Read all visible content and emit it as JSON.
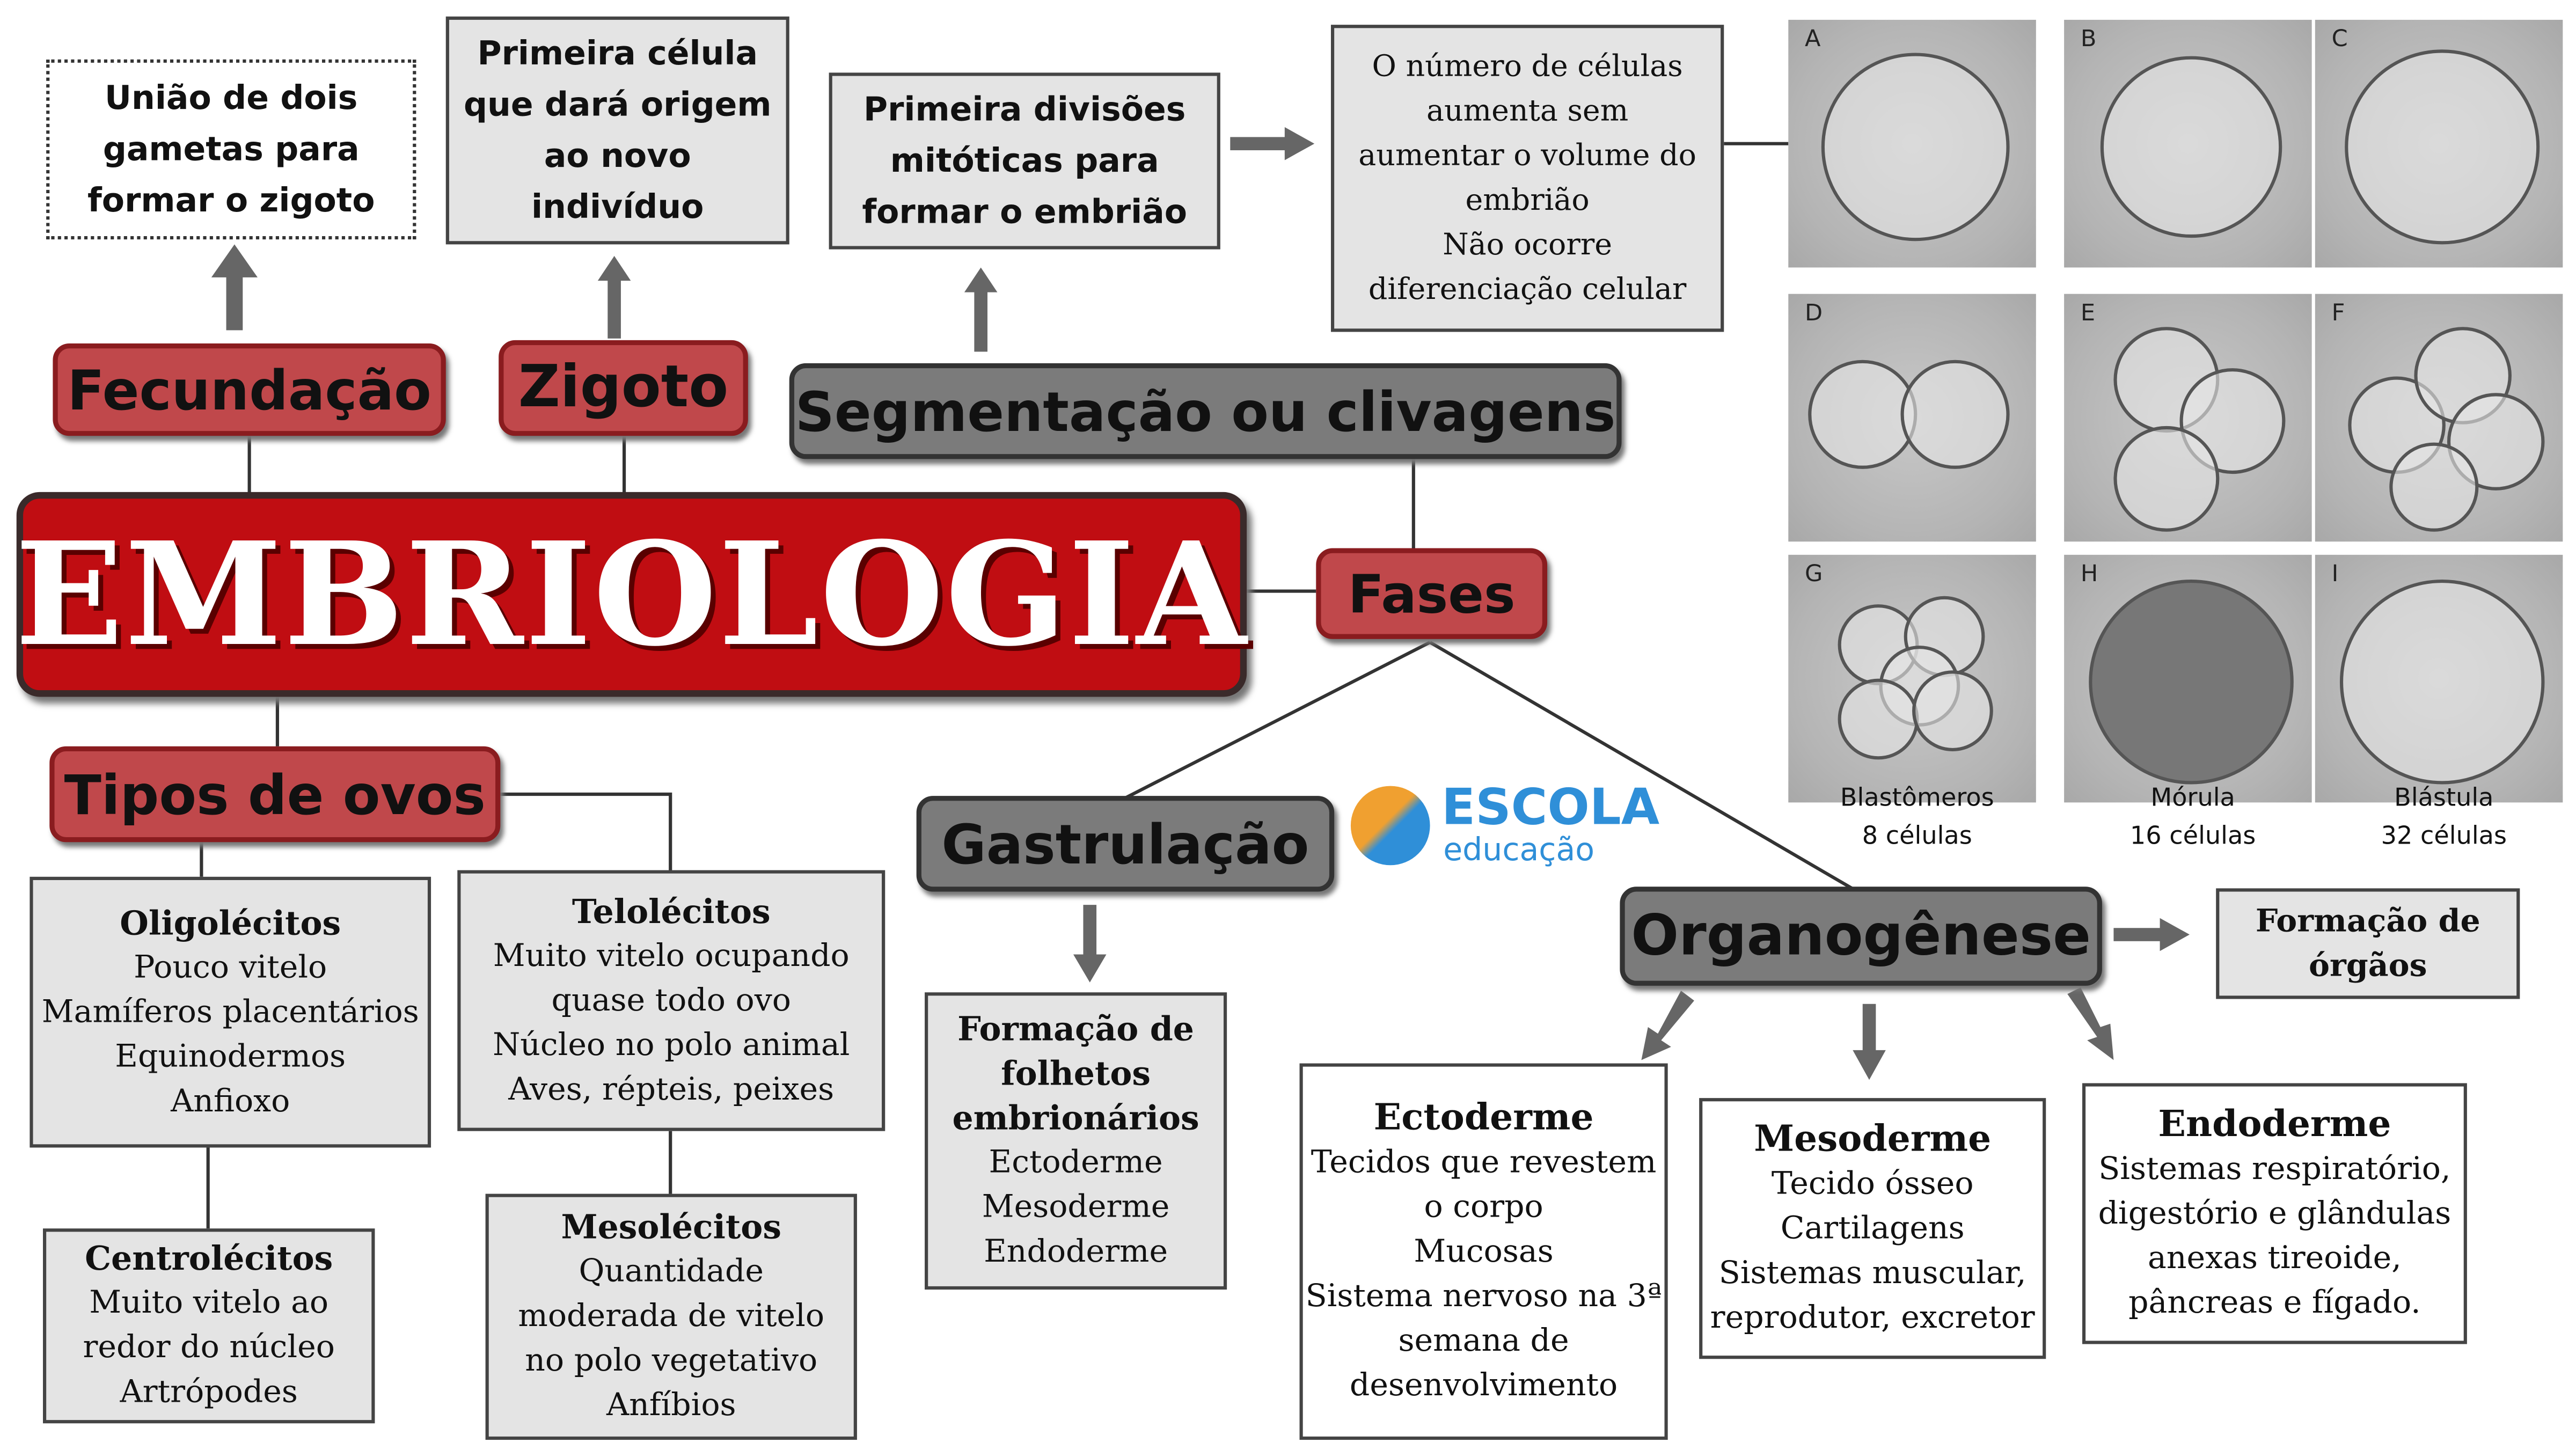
{
  "colors": {
    "red": "#c0484b",
    "gray": "#7b7b7b",
    "box": "#e4e4e4",
    "logo_orange": "#f0a030",
    "logo_blue": "#2f8fd8"
  },
  "title": "EMBRIOLOGIA",
  "nodes": {
    "fecundacao": {
      "label": "Fecundação",
      "desc": "União de dois gametas para formar o zigoto"
    },
    "zigoto": {
      "label": "Zigoto",
      "desc": "Primeira célula que dará origem ao novo indivíduo"
    },
    "segmentacao": {
      "label": "Segmentação ou clivagens",
      "desc": "Primeira divisões mitóticas para formar o embrião",
      "detail": [
        "O número de células",
        "aumenta sem",
        "aumentar o volume do",
        "embrião",
        "Não ocorre",
        "diferenciação celular"
      ]
    },
    "fases": {
      "label": "Fases"
    },
    "tipos": {
      "label": "Tipos de ovos"
    },
    "gastrulacao": {
      "label": "Gastrulação",
      "box": {
        "title": "Formação de folhetos embrionários",
        "lines": [
          "Ectoderme",
          "Mesoderme",
          "Endoderme"
        ]
      }
    },
    "organogenese": {
      "label": "Organogênese",
      "result": "Formação de órgãos"
    }
  },
  "ovos": [
    {
      "title": "Oligolécitos",
      "lines": [
        "Pouco vitelo",
        "Mamíferos placentários",
        "Equinodermos",
        "Anfioxo"
      ]
    },
    {
      "title": "Telolécitos",
      "lines": [
        "Muito vitelo ocupando",
        "quase todo ovo",
        "Núcleo no polo animal",
        "Aves, répteis, peixes"
      ]
    },
    {
      "title": "Centrolécitos",
      "lines": [
        "Muito vitelo ao",
        "redor do núcleo",
        "Artrópodes"
      ]
    },
    {
      "title": "Mesolécitos",
      "lines": [
        "Quantidade",
        "moderada de vitelo",
        "no polo vegetativo",
        "Anfíbios"
      ]
    }
  ],
  "folhetos": [
    {
      "title": "Ectoderme",
      "lines": [
        "Tecidos que revestem",
        "o corpo",
        "Mucosas",
        "Sistema nervoso na 3ª",
        "semana de",
        "desenvolvimento"
      ]
    },
    {
      "title": "Mesoderme",
      "lines": [
        "Tecido ósseo",
        "Cartilagens",
        "Sistemas muscular,",
        "reprodutor, excretor"
      ]
    },
    {
      "title": "Endoderme",
      "lines": [
        "Sistemas respiratório,",
        "digestório e glândulas",
        "anexas tireoide,",
        "pâncreas e fígado."
      ]
    }
  ],
  "images": {
    "letters": [
      "A",
      "B",
      "C",
      "D",
      "E",
      "F",
      "G",
      "H",
      "I"
    ],
    "captions": [
      {
        "name": "Blastômeros",
        "count": "8 células"
      },
      {
        "name": "Mórula",
        "count": "16 células"
      },
      {
        "name": "Blástula",
        "count": "32 células"
      }
    ]
  },
  "logo": {
    "brand": "ESCOLA",
    "sub": "educação"
  }
}
